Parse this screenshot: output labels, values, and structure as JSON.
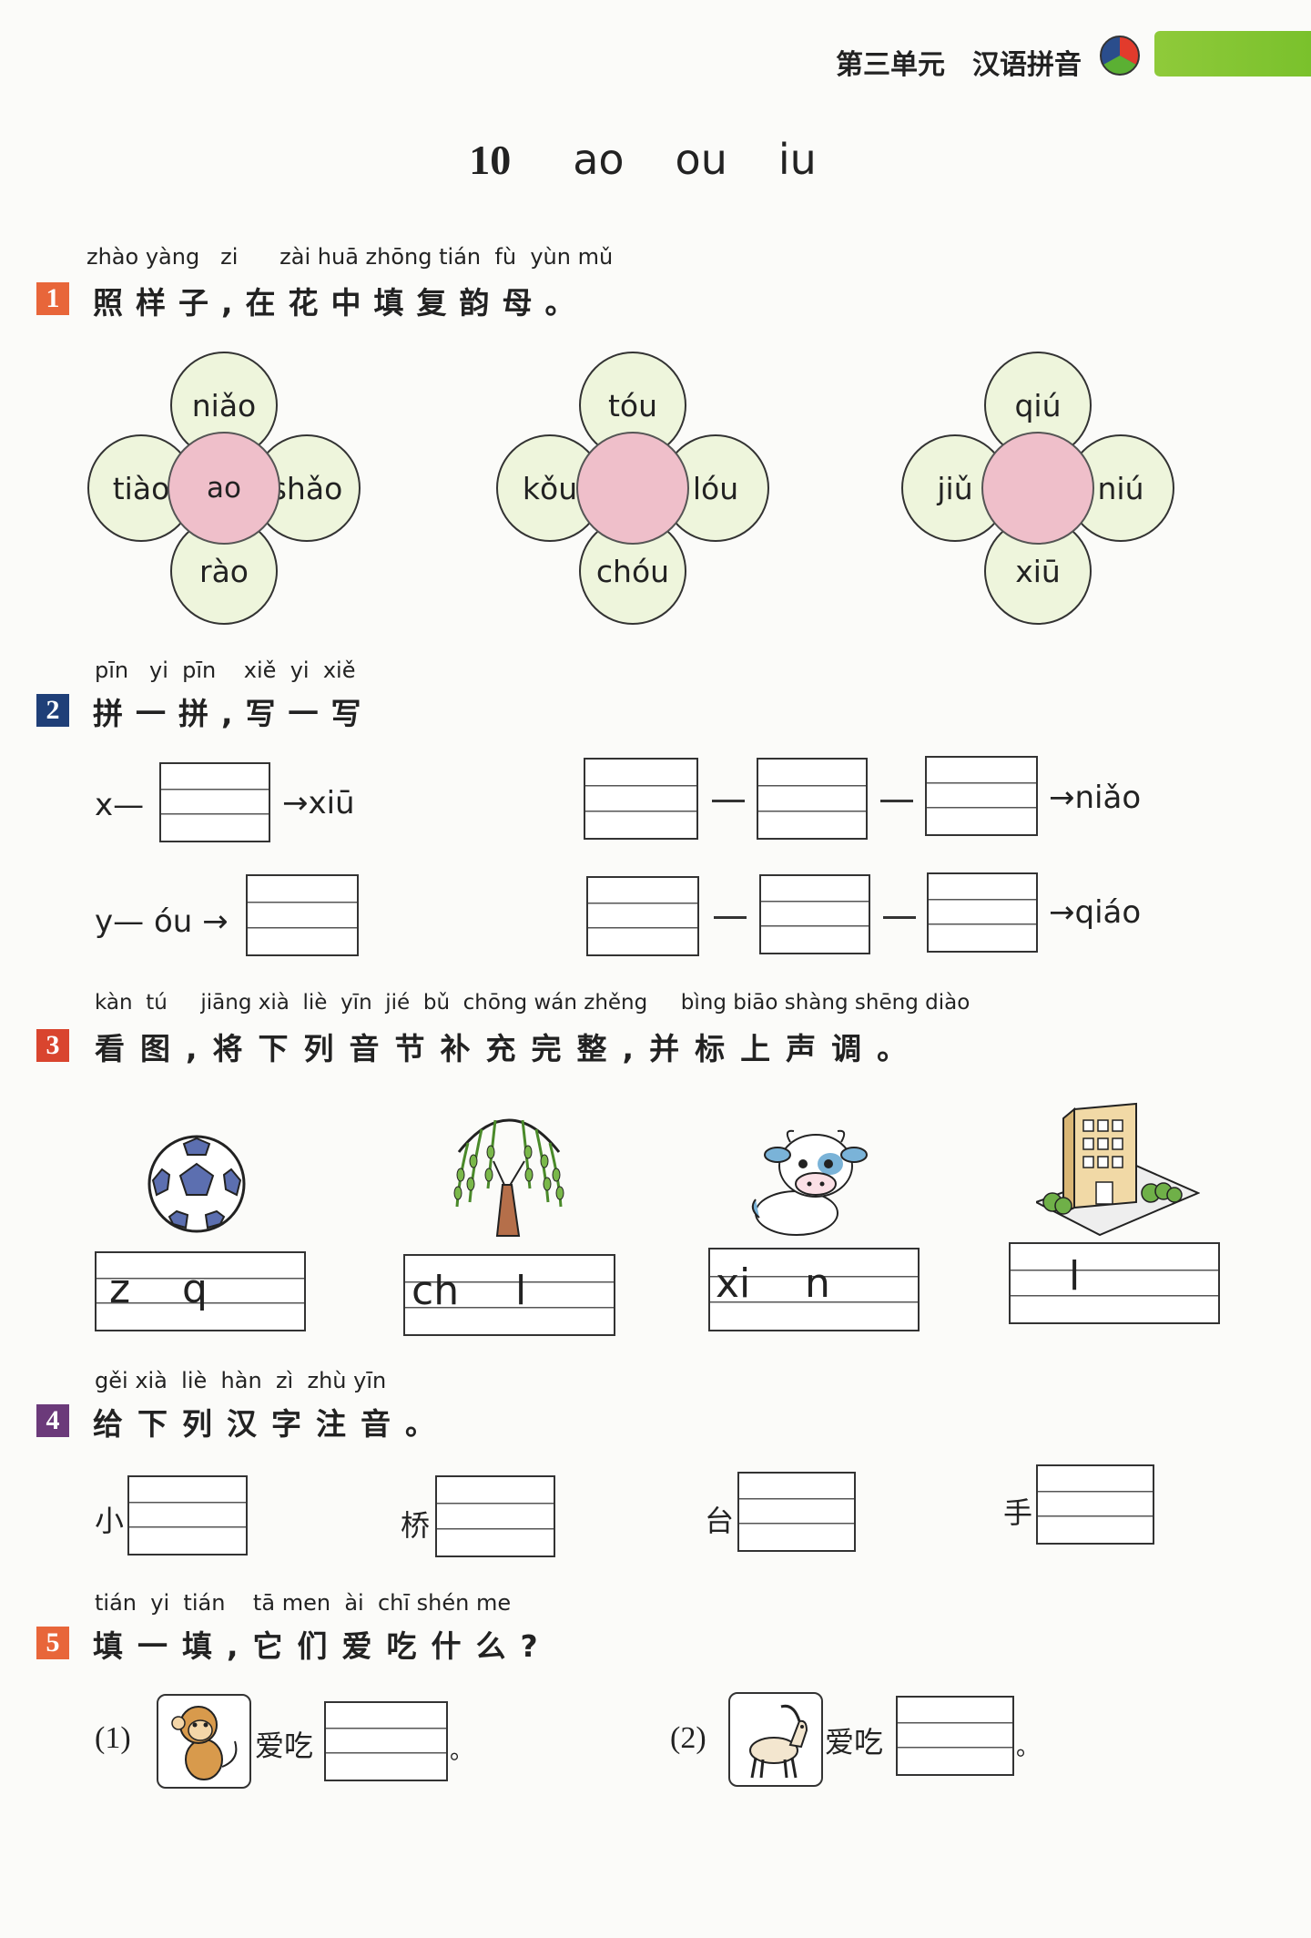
{
  "header": {
    "unit": "第三单元",
    "subject": "汉语拼音"
  },
  "lesson": {
    "number": "10",
    "sounds": [
      "ao",
      "ou",
      "iu"
    ]
  },
  "q1": {
    "num": "1",
    "pinyin": [
      "zhào",
      "yàng",
      "zi",
      "zài",
      "huā",
      "zhōng",
      "tián",
      "fù",
      "yùn",
      "mǔ"
    ],
    "text": "照样子,在花中填复韵母。",
    "flowers": [
      {
        "center": "ao",
        "top": "niǎo",
        "left": "tiào",
        "right": "shǎo",
        "bottom": "rào"
      },
      {
        "center": "",
        "top": "tóu",
        "left": "kǒu",
        "right": "lóu",
        "bottom": "chóu"
      },
      {
        "center": "",
        "top": "qiú",
        "left": "jiǔ",
        "right": "niú",
        "bottom": "xiū"
      }
    ]
  },
  "q2": {
    "num": "2",
    "pinyin": [
      "pīn",
      "yi",
      "pīn",
      "xiě",
      "yi",
      "xiě"
    ],
    "text": "拼一拼,写一写",
    "row1_left_prefix": "x—",
    "row1_left_result": "→xiū",
    "row1_right_result": "→niǎo",
    "row2_left_prefix": "y—",
    "row2_left_mid": "óu",
    "row2_left_arrow": "→",
    "row2_right_result": "→qiáo"
  },
  "q3": {
    "num": "3",
    "pinyin": [
      "kàn",
      "tú",
      "jiāng",
      "xià",
      "liè",
      "yīn",
      "jié",
      "bǔ",
      "chōng",
      "wán",
      "zhěng",
      "bìng",
      "biāo",
      "shàng",
      "shēng",
      "diào"
    ],
    "text": "看图,将下列音节补充完整,并标上声调。",
    "items": [
      {
        "picture": "soccer-ball",
        "parts": [
          "z",
          "q"
        ]
      },
      {
        "picture": "willow-tree",
        "parts": [
          "ch",
          "l"
        ]
      },
      {
        "picture": "cow",
        "parts": [
          "xi",
          "n"
        ]
      },
      {
        "picture": "building",
        "parts": [
          "l"
        ]
      }
    ]
  },
  "q4": {
    "num": "4",
    "pinyin": [
      "gěi",
      "xià",
      "liè",
      "hàn",
      "zì",
      "zhù",
      "yīn"
    ],
    "text": "给下列汉字注音。",
    "chars": [
      "小",
      "桥",
      "台",
      "手"
    ]
  },
  "q5": {
    "num": "5",
    "pinyin": [
      "tián",
      "yi",
      "tián",
      "tā",
      "men",
      "ài",
      "chī",
      "shén",
      "me"
    ],
    "text": "填一填,它们爱吃什么?",
    "items": [
      {
        "label": "(1)",
        "animal": "monkey",
        "text": "爱吃",
        "end": "。"
      },
      {
        "label": "(2)",
        "animal": "goat",
        "text": "爱吃",
        "end": "。"
      }
    ]
  },
  "colors": {
    "q_badge_orange": "#e8663a",
    "q_badge_navy": "#1f3f78",
    "q_badge_red": "#d9452f",
    "q_badge_purple": "#6b3a7a",
    "petal": "#eef5dc",
    "flower_center": "#efbfca",
    "accent_green": "#7ac12c"
  }
}
